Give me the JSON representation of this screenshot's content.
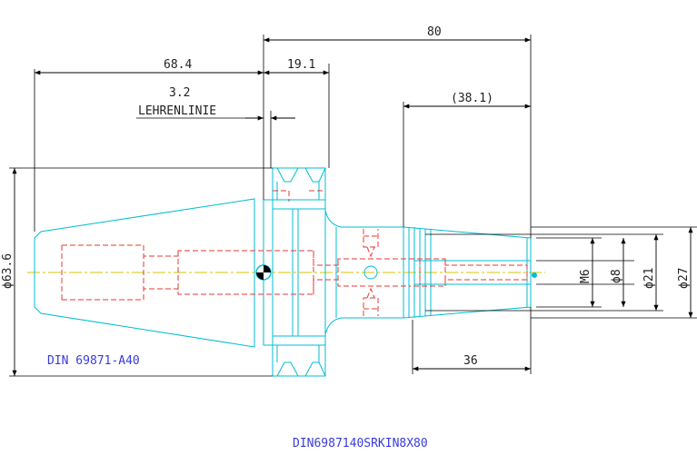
{
  "dimensions": {
    "overall_length": "80",
    "taper_length": "68.4",
    "flange_width": "19.1",
    "gauge_offset": "3.2",
    "gauge_line_label": "LEHRENLINIE",
    "extension_length": "(38.1)",
    "taper_diameter": "ϕ63.6",
    "thread": "M6",
    "bore_diameter": "ϕ8",
    "collet_diameter": "ϕ21",
    "nose_diameter": "ϕ27",
    "clamp_depth": "36"
  },
  "labels": {
    "standard": "DIN 69871-A40",
    "part_number": "DIN6987140SRKIN8X80"
  },
  "colors": {
    "outline": "#00bcd4",
    "hidden": "#e53935",
    "dimension": "#000000",
    "centerline": "#d4c400",
    "text_blue": "#3a3ae0"
  }
}
